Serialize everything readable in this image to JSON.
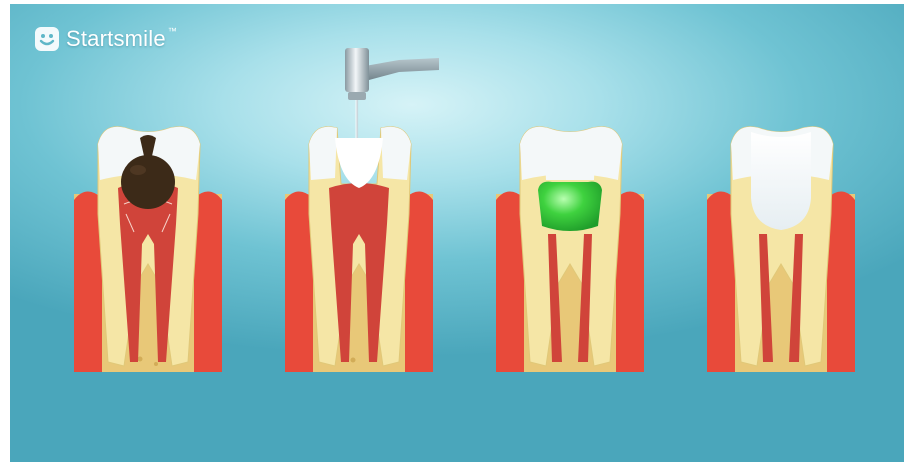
{
  "brand": {
    "name": "Startsmile",
    "trademark": "™"
  },
  "stages": [
    {
      "id": "decayed",
      "icon": "decayed-tooth-icon"
    },
    {
      "id": "drilling",
      "icon": "drilled-tooth-icon"
    },
    {
      "id": "temporary-filling",
      "icon": "temporary-filling-tooth-icon"
    },
    {
      "id": "permanent-filling",
      "icon": "permanent-filling-tooth-icon"
    }
  ],
  "colors": {
    "background": "#6fc3d3",
    "enamel": "#f4f8f9",
    "dentin": "#f5e6a6",
    "bone": "#e8c878",
    "gum": "#e84a3a",
    "decay": "#3c2a18",
    "temp_filling": "#3fd23f",
    "perm_filling": "#ffffff"
  }
}
